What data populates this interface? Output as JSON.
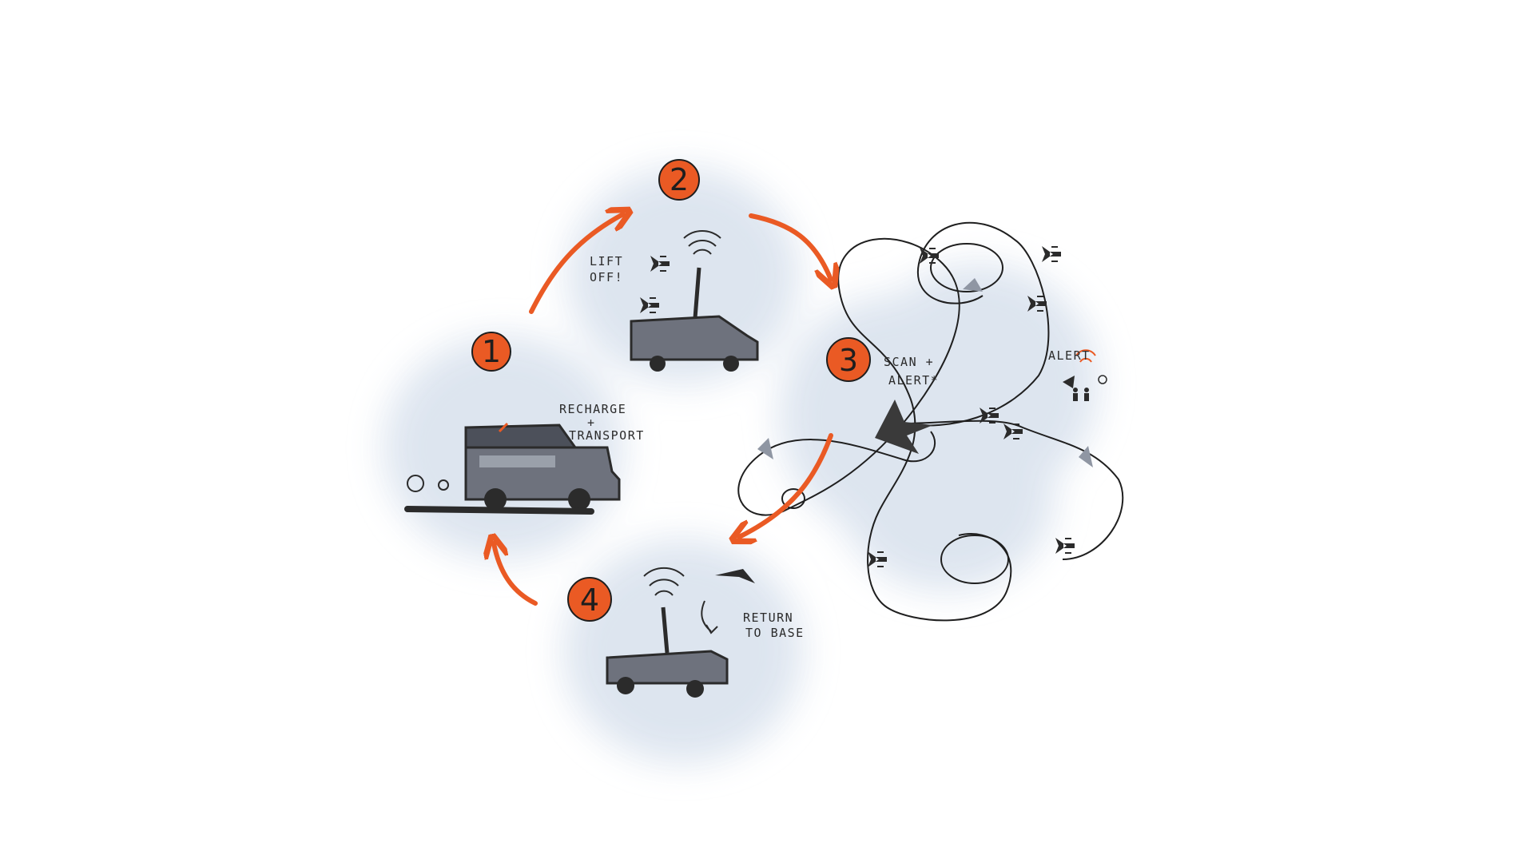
{
  "steps": [
    {
      "number": "1",
      "label_lines": [
        "RECHARGE",
        "+",
        "TRANSPORT"
      ]
    },
    {
      "number": "2",
      "label_lines": [
        "LIFT",
        "OFF!"
      ]
    },
    {
      "number": "3",
      "label_lines": [
        "SCAN +",
        "ALERT*"
      ]
    },
    {
      "number": "4",
      "label_lines": [
        "RETURN",
        "TO BASE"
      ]
    }
  ],
  "alert_label": "ALERT",
  "colors": {
    "accent": "#ea5a24",
    "cloud": "#dce4ef",
    "ink": "#2b2b2b",
    "vehicle": "#6e727d"
  },
  "icons": [
    "truck-icon",
    "drone-icon",
    "signal-icon",
    "person-icon"
  ]
}
